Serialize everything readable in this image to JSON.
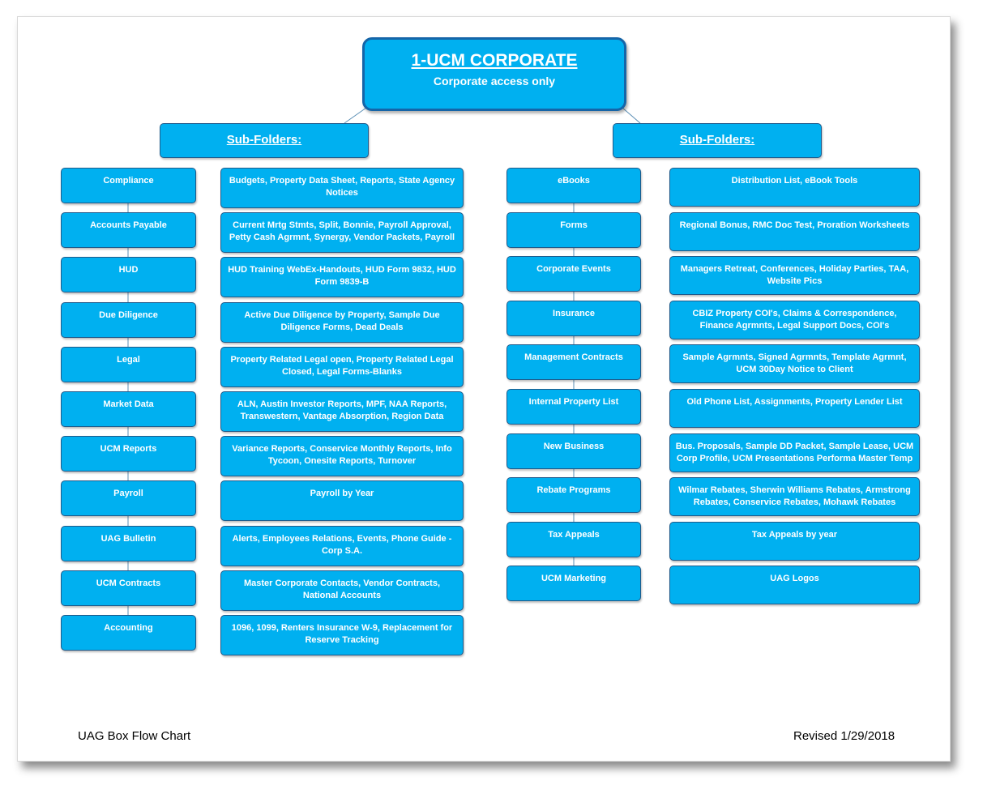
{
  "root": {
    "title": "1-UCM CORPORATE",
    "subtitle": "Corporate access only"
  },
  "left": {
    "header": "Sub-Folders:",
    "rows": [
      {
        "label": "Compliance",
        "detail": "Budgets, Property Data Sheet, Reports, State Agency Notices"
      },
      {
        "label": "Accounts Payable",
        "detail": "Current Mrtg Stmts, Split, Bonnie, Payroll Approval, Petty Cash Agrmnt, Synergy, Vendor Packets, Payroll"
      },
      {
        "label": "HUD",
        "detail": "HUD Training WebEx-Handouts, HUD Form 9832, HUD Form 9839-B"
      },
      {
        "label": "Due Diligence",
        "detail": "Active Due Diligence by Property, Sample Due Diligence Forms, Dead Deals"
      },
      {
        "label": "Legal",
        "detail": "Property Related Legal open, Property Related Legal Closed, Legal Forms-Blanks"
      },
      {
        "label": "Market Data",
        "detail": "ALN, Austin Investor Reports, MPF, NAA Reports, Transwestern, Vantage Absorption, Region Data"
      },
      {
        "label": "UCM Reports",
        "detail": "Variance Reports, Conservice Monthly Reports, Info Tycoon, Onesite Reports, Turnover"
      },
      {
        "label": "Payroll",
        "detail": "Payroll by Year"
      },
      {
        "label": "UAG Bulletin",
        "detail": "Alerts, Employees Relations, Events, Phone Guide - Corp S.A."
      },
      {
        "label": "UCM Contracts",
        "detail": "Master Corporate Contacts, Vendor Contracts, National Accounts"
      },
      {
        "label": "Accounting",
        "detail": "1096, 1099, Renters Insurance W-9, Replacement for Reserve Tracking"
      }
    ]
  },
  "right": {
    "header": "Sub-Folders:",
    "rows": [
      {
        "label": "eBooks",
        "detail": "Distribution List, eBook Tools"
      },
      {
        "label": "Forms",
        "detail": "Regional Bonus, RMC Doc Test, Proration Worksheets"
      },
      {
        "label": "Corporate Events",
        "detail": "Managers Retreat, Conferences, Holiday Parties, TAA, Website Pics"
      },
      {
        "label": "Insurance",
        "detail": "CBIZ Property COI's, Claims & Correspondence, Finance Agrmnts, Legal Support Docs, COI's"
      },
      {
        "label": "Management Contracts",
        "detail": "Sample Agrmnts, Signed Agrmnts, Template Agrmnt, UCM 30Day Notice to Client"
      },
      {
        "label": "Internal Property List",
        "detail": "Old Phone List, Assignments, Property Lender List"
      },
      {
        "label": "New Business",
        "detail": "Bus. Proposals, Sample DD Packet, Sample Lease, UCM Corp Profile, UCM Presentations Performa Master Temp"
      },
      {
        "label": "Rebate Programs",
        "detail": "Wilmar Rebates, Sherwin Williams Rebates, Armstrong Rebates, Conservice Rebates, Mohawk Rebates"
      },
      {
        "label": "Tax Appeals",
        "detail": "Tax Appeals by year"
      },
      {
        "label": "UCM Marketing",
        "detail": "UAG Logos"
      }
    ]
  },
  "footer": {
    "left": "UAG Box Flow Chart",
    "right": "Revised 1/29/2018"
  },
  "colors": {
    "box_fill": "#00b0f0",
    "box_border": "#1f5a8a",
    "connector": "#5b8fb5"
  }
}
